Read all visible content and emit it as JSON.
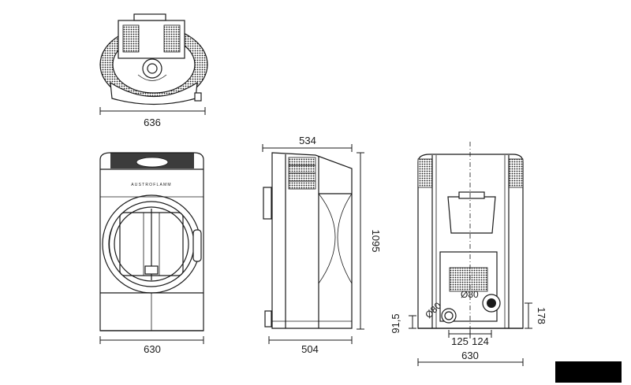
{
  "brand_label": "AUSTROFLAMM",
  "dimensions": {
    "top_view_width": "636",
    "front_width": "630",
    "side_depth_top": "534",
    "side_depth_bottom": "504",
    "height": "1095",
    "rear_width": "630",
    "rear_outlet_height": "178",
    "rear_inlet_height": "91,5",
    "rear_offset_left": "125",
    "rear_offset_right": "124",
    "flue_diameter": "Ø80",
    "inlet_diameter": "Ø80"
  },
  "colors": {
    "line": "#1a1a1a",
    "background": "#ffffff",
    "corner_box": "#000000"
  }
}
